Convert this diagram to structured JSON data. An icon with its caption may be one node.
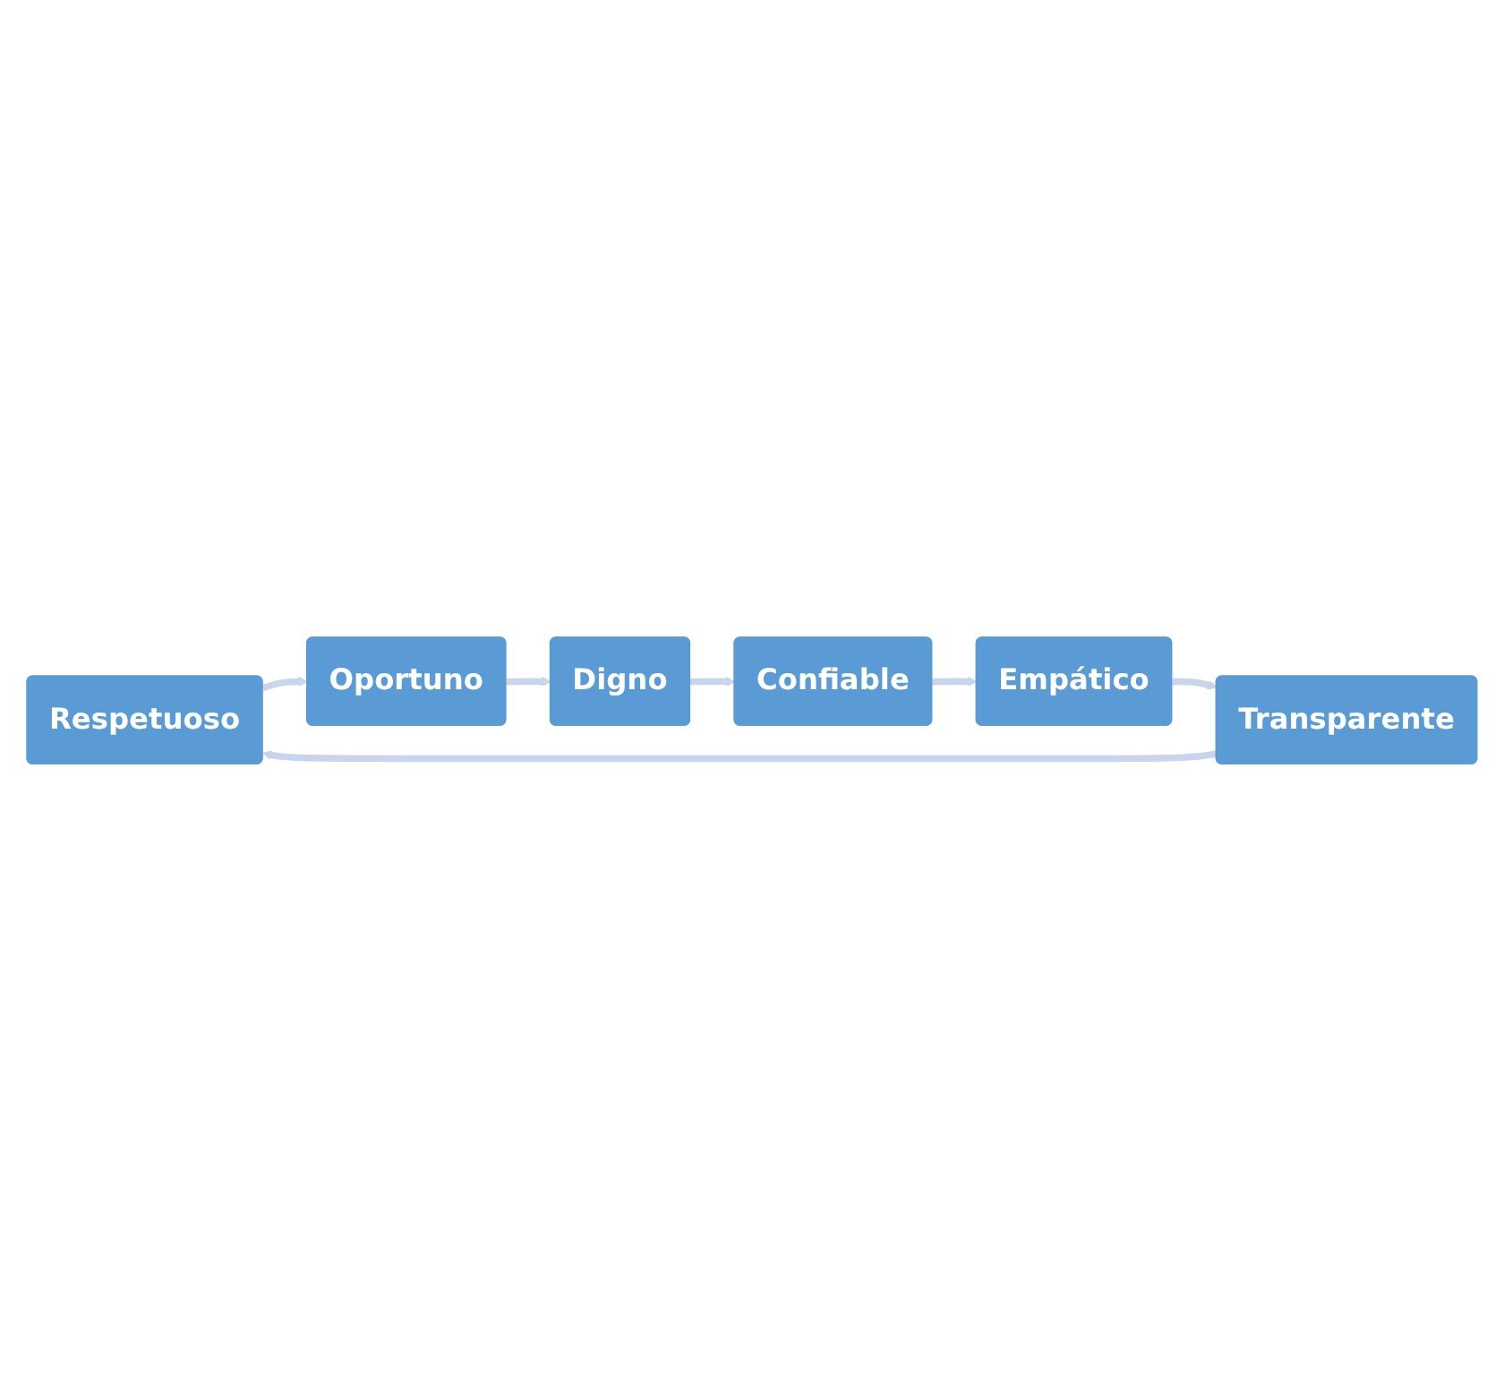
{
  "diagram": {
    "nodes": [
      {
        "text": [
          "Respetuoso"
        ]
      },
      {
        "text": [
          "Oportuno"
        ]
      },
      {
        "text": [
          "Digno"
        ]
      },
      {
        "text": [
          "Confiable"
        ]
      },
      {
        "text": [
          "Empático"
        ]
      },
      {
        "text": [
          "Transparente"
        ]
      }
    ],
    "edges": [
      {
        "from": 0,
        "to": 1,
        "arrow": "to"
      },
      {
        "from": 1,
        "to": 2,
        "arrow": "to"
      },
      {
        "from": 2,
        "to": 3,
        "arrow": "to"
      },
      {
        "from": 3,
        "to": 4,
        "arrow": "to"
      },
      {
        "from": 4,
        "to": 5,
        "arrow": "to"
      },
      {
        "from": 5,
        "to": 0,
        "arrow": "to"
      }
    ]
  }
}
